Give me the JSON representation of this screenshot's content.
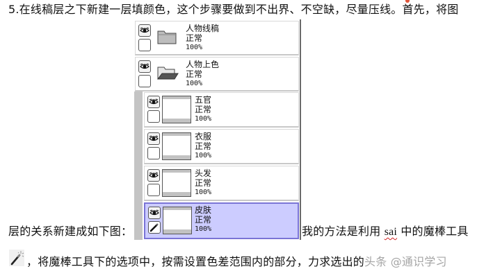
{
  "document": {
    "line1": "5.在线稿层之下新建一层填颜色，这个步骤要做到不出界、不空缺，尽量压线。首先，将图",
    "line2_before": "层的关系新建成如下图：",
    "line2_after_prefix": "我的方法是利用 ",
    "line2_sai": "sai",
    "line2_after_suffix": " 中的魔棒工具",
    "line3_text": "，将魔棒工具下的选项中，按需设置色差范围内的部分，力求选出的",
    "line3_watermark": "头条 @通识学习",
    "wand_icon": "magic-wand-icon"
  },
  "layer_panel": {
    "colors": {
      "selected_bg": "#ccccff",
      "selected_border": "#7a74d6",
      "indent_bar": "#c4c4c4"
    },
    "layers": [
      {
        "name": "人物线稿",
        "mode": "正常",
        "opacity": "100%",
        "type": "folder-closed",
        "visible": true,
        "selected": false,
        "indented": false
      },
      {
        "name": "人物上色",
        "mode": "正常",
        "opacity": "100%",
        "type": "folder-open",
        "visible": true,
        "selected": false,
        "indented": false
      },
      {
        "name": "五官",
        "mode": "正常",
        "opacity": "100%",
        "type": "layer",
        "visible": true,
        "selected": false,
        "indented": true
      },
      {
        "name": "衣服",
        "mode": "正常",
        "opacity": "100%",
        "type": "layer",
        "visible": true,
        "selected": false,
        "indented": true
      },
      {
        "name": "头发",
        "mode": "正常",
        "opacity": "100%",
        "type": "layer",
        "visible": true,
        "selected": false,
        "indented": true
      },
      {
        "name": "皮肤",
        "mode": "正常",
        "opacity": "100%",
        "type": "layer",
        "visible": true,
        "selected": true,
        "indented": true,
        "edit_icon": "pen-icon"
      }
    ]
  }
}
